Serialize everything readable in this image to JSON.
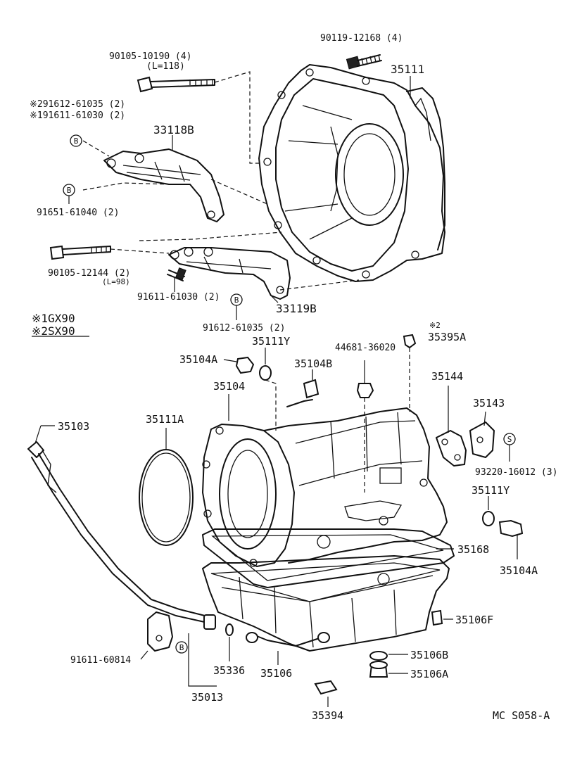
{
  "labels": {
    "p90119": "90119-12168 (4)",
    "p35111": "35111",
    "p90105a": "90105-10190 (4)",
    "p90105a_len": "(L=118)",
    "p91612a": "※291612-61035 (2)",
    "p91611a": "※191611-61030 (2)",
    "p33118": "33118B",
    "p91651": "91651-61040 (2)",
    "p90105b": "90105-12144 (2)",
    "p90105b_len": "(L=98)",
    "p91611b": "91611-61030 (2)",
    "p33119": "33119B",
    "p91612b": "91612-61035 (2)",
    "note1": "※1GX90",
    "note2": "※2SX90",
    "p35111y_top": "35111Y",
    "p44681": "44681-36020",
    "p35395_mark": "※2",
    "p35395": "35395A",
    "p35104a_top": "35104A",
    "p35104b": "35104B",
    "p35144": "35144",
    "p35104": "35104",
    "p35143": "35143",
    "p35103": "35103",
    "p35111a": "35111A",
    "p93220": "93220-16012 (3)",
    "p35111y_right": "35111Y",
    "p35168": "35168",
    "p35104a_right": "35104A",
    "p35106f": "35106F",
    "p91611c": "91611-60814",
    "p35336": "35336",
    "p35106": "35106",
    "p35106b": "35106B",
    "p35106a": "35106A",
    "p35013": "35013",
    "p35394": "35394",
    "code": "MC S058-A"
  },
  "markers": {
    "b": "B",
    "s": "S"
  }
}
